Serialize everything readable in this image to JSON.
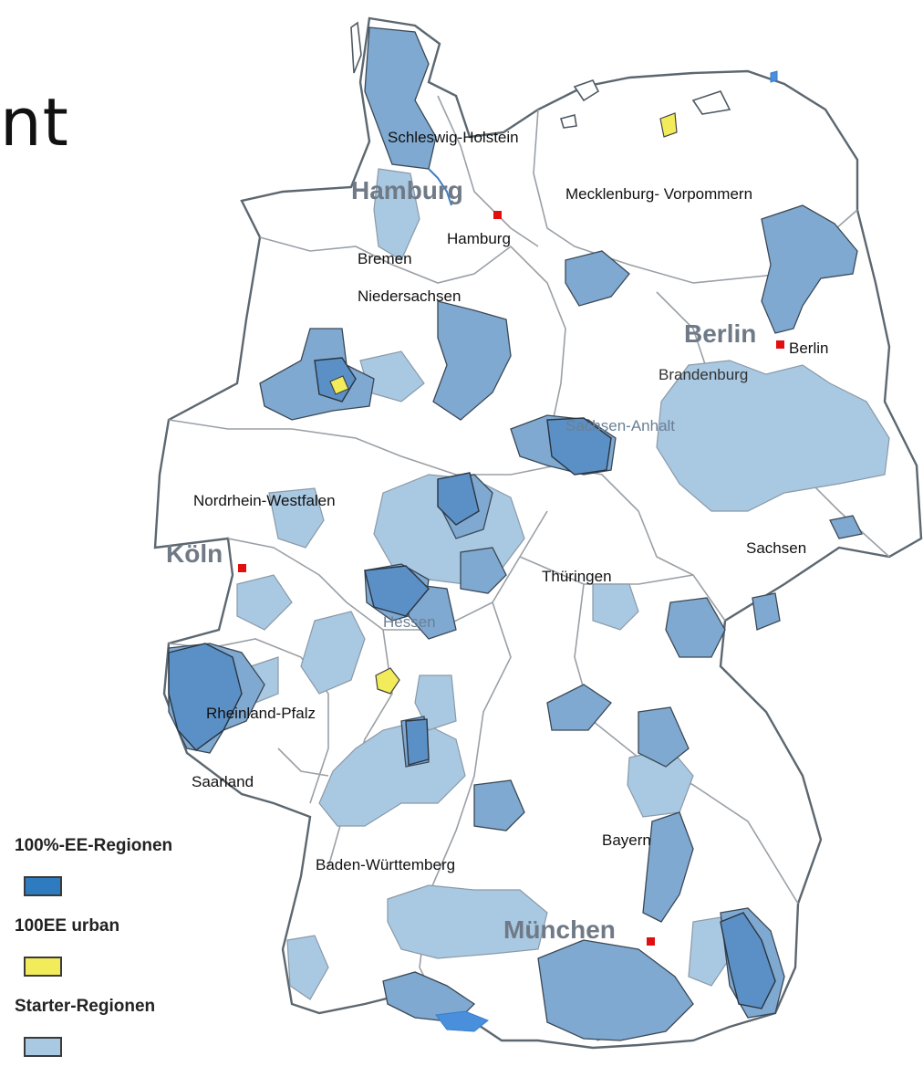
{
  "partial_title": "nt",
  "colors": {
    "ee_region": "#2f7bbf",
    "ee_urban": "#f2ec5a",
    "starter_region": "#a9c8e2",
    "medium_region": "#6f9fcb",
    "land_fill": "#ffffff",
    "state_border": "#2f3e4a",
    "district_border": "#9aa0a6",
    "city_marker": "#e01010",
    "water": "#4a8fdc",
    "map_label": "#111111",
    "big_city_label": "#6f7a86",
    "faint_label": "#6a7f94"
  },
  "labels": {
    "schleswig_holstein": "Schleswig-Holstein",
    "hamburg_big": "Hamburg",
    "hamburg_small": "Hamburg",
    "mecklenburg": "Mecklenburg- Vorpommern",
    "bremen": "Bremen",
    "niedersachsen": "Niedersachsen",
    "berlin_big": "Berlin",
    "berlin_small": "Berlin",
    "brandenburg": "Brandenburg",
    "sachsen_anhalt": "Sachsen-Anhalt",
    "nrw": "Nordrhein-Westfalen",
    "koeln": "Köln",
    "sachsen": "Sachsen",
    "thueringen": "Thüringen",
    "hessen": "Hessen",
    "rheinland_pfalz": "Rheinland-Pfalz",
    "saarland": "Saarland",
    "bayern": "Bayern",
    "baden_wuerttemberg": "Baden-Württemberg",
    "muenchen": "München"
  },
  "legend": [
    {
      "label": "100%-EE-Regionen",
      "color": "#2f7bbf"
    },
    {
      "label": "100EE urban",
      "color": "#f2ec5a"
    },
    {
      "label": "Starter-Regionen",
      "color": "#a9c8e2"
    }
  ]
}
